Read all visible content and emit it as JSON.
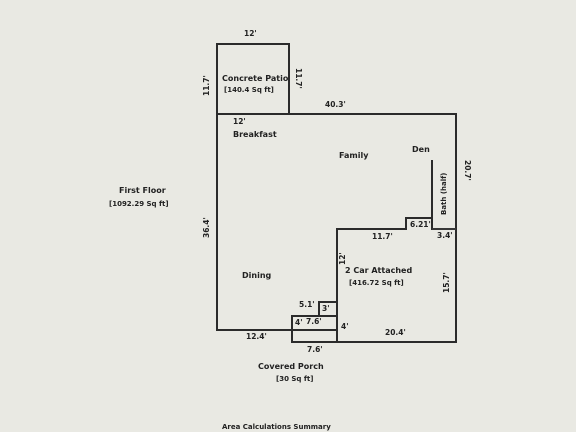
{
  "floor": {
    "title": "First Floor",
    "area": "[1092.29 Sq ft]"
  },
  "rooms": {
    "patio_name": "Concrete Patio",
    "patio_area": "[140.4 Sq ft]",
    "breakfast": "Breakfast",
    "family": "Family",
    "den": "Den",
    "dining": "Dining",
    "garage_name": "2 Car Attached",
    "garage_area": "[416.72 Sq ft]",
    "porch_name": "Covered Porch",
    "porch_area": "[30 Sq ft]",
    "bath": "Bath (half)"
  },
  "dimensions": {
    "patio_top": "12'",
    "patio_left": "11.7'",
    "patio_right": "11.7'",
    "patio_bottom": "12'",
    "top_wall": "40.3'",
    "right_upper": "20.7'",
    "left_wall": "36.4'",
    "garage_top": "11.7'",
    "bath_bottom": "6.21'",
    "right_step": "3.4'",
    "right_lower": "15.7'",
    "garage_left": "12'",
    "bottom_left": "12.4'",
    "porch_bottom": "7.6'",
    "garage_bottom": "20.4'",
    "closet_width": "5.1'",
    "closet_depth": "3'",
    "porch_depth": "4'",
    "porch_width": "7.6'",
    "porch_right": "4'"
  },
  "footer": {
    "caption": "Area Calculations Summary"
  }
}
